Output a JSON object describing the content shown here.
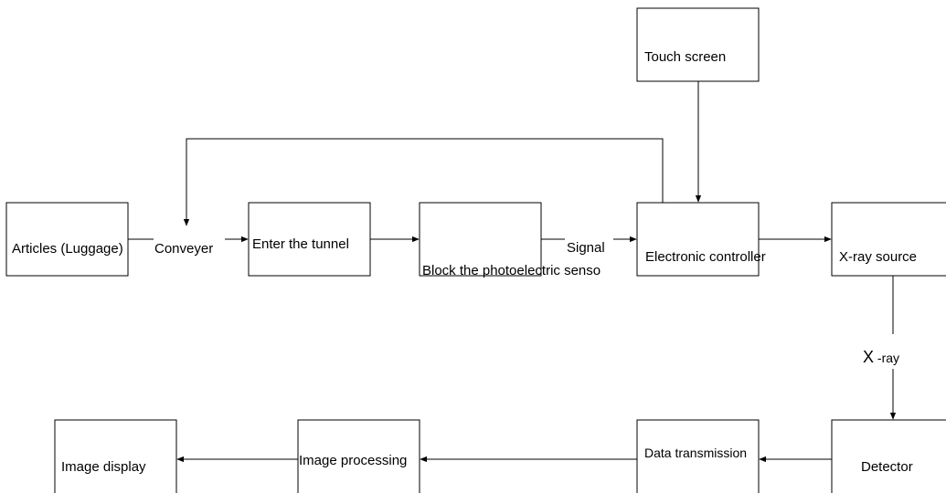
{
  "nodes": {
    "touch_screen": "Touch screen",
    "articles": "Articles (Luggage)",
    "enter_tunnel": "Enter the tunnel",
    "block_sensor": "Block the photoelectric senso",
    "electronic_controller": "Electronic controller",
    "xray_source": "X-ray source",
    "detector": "Detector",
    "data_transmission": "Data transmission",
    "image_processing": "Image processing",
    "image_display": "Image display"
  },
  "edge_labels": {
    "conveyer": "Conveyer",
    "signal": "Signal",
    "xray_prefix": "X",
    "xray_suffix": " -ray"
  }
}
